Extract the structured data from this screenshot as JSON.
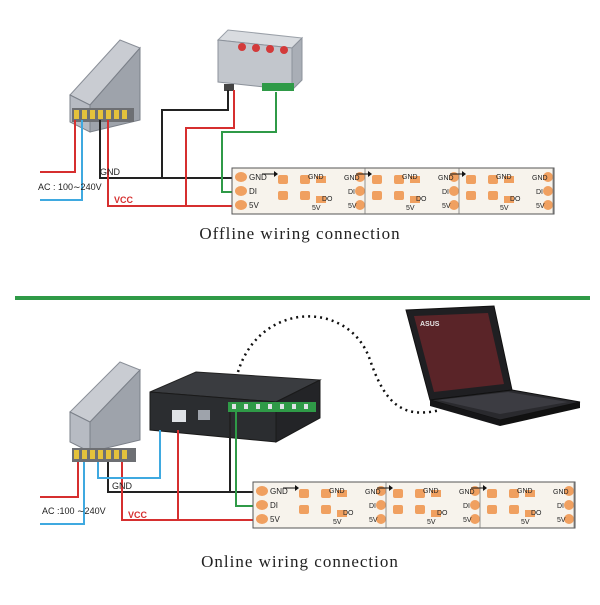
{
  "offline": {
    "caption": "Offline wiring connection",
    "ac_label": "AC : 100∼240V",
    "gnd_label": "GND",
    "vcc_label": "VCC",
    "strip_pins": [
      "GND",
      "DI",
      "5V"
    ],
    "segment_pins": [
      "GND",
      "DI",
      "5V",
      "DO"
    ]
  },
  "online": {
    "caption": "Online wiring connection",
    "ac_label": "AC :100 ∼240V",
    "gnd_label": "GND",
    "vcc_label": "VCC",
    "strip_pins": [
      "GND",
      "DI",
      "5V"
    ],
    "segment_pins": [
      "GND",
      "DI",
      "5V",
      "DO"
    ],
    "laptop_logo": "ASUS"
  },
  "colors": {
    "strip": "#f7f3ec",
    "led_pad": "#f0a060",
    "wire_red": "#d62f2f",
    "wire_black": "#222222",
    "wire_green": "#2f9a47",
    "wire_blue": "#3fa9e0",
    "divider": "#2f9a47"
  }
}
